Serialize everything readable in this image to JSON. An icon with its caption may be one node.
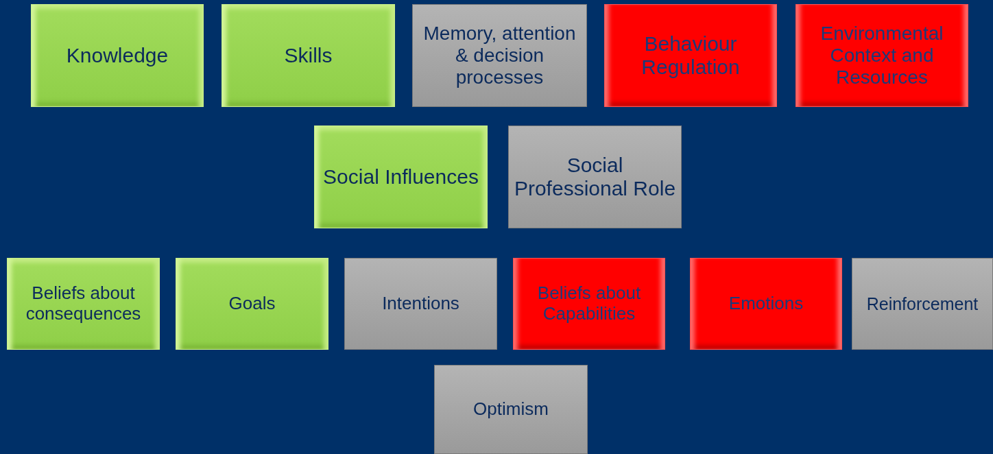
{
  "diagram": {
    "nodes": [
      {
        "text": [
          "Knowledge"
        ]
      },
      {
        "text": [
          "Skills"
        ]
      },
      {
        "text": [
          "Memory, attention & decision processes"
        ]
      },
      {
        "text": [
          "Behaviour Regulation"
        ]
      },
      {
        "text": [
          "Environmental Context and Resources"
        ]
      },
      {
        "text": [
          "Social Influences"
        ]
      },
      {
        "text": [
          "Social Professional Role"
        ]
      },
      {
        "text": [
          "Beliefs about consequences"
        ]
      },
      {
        "text": [
          "Goals"
        ]
      },
      {
        "text": [
          "Intentions"
        ]
      },
      {
        "text": [
          "Beliefs about Capabilities"
        ]
      },
      {
        "text": [
          "Emotions"
        ]
      },
      {
        "text": [
          "Reinforcement"
        ]
      },
      {
        "text": [
          "Optimism"
        ]
      }
    ]
  }
}
